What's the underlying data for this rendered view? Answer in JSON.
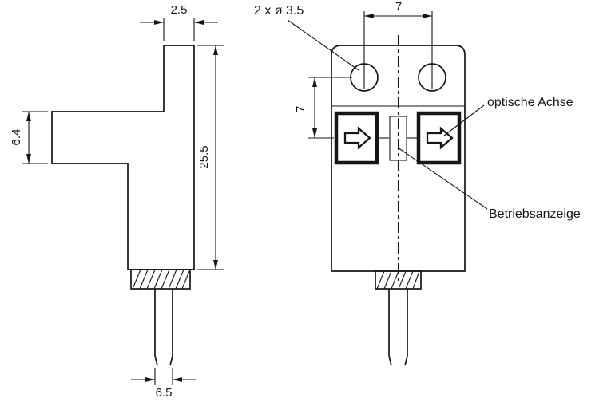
{
  "drawing": {
    "side_view": {
      "dim_top_width": "2.5",
      "dim_arm_height": "6.4",
      "dim_body_height": "25.5",
      "dim_cable_width": "6.5"
    },
    "front_view": {
      "dim_holes": "2 x ø 3.5",
      "dim_hole_spacing": "7",
      "dim_axis_offset": "7",
      "label_optical_axis": "optische Achse",
      "label_operation_indicator": "Betriebsanzeige"
    },
    "colors": {
      "line": "#161616",
      "background": "#ffffff"
    }
  }
}
